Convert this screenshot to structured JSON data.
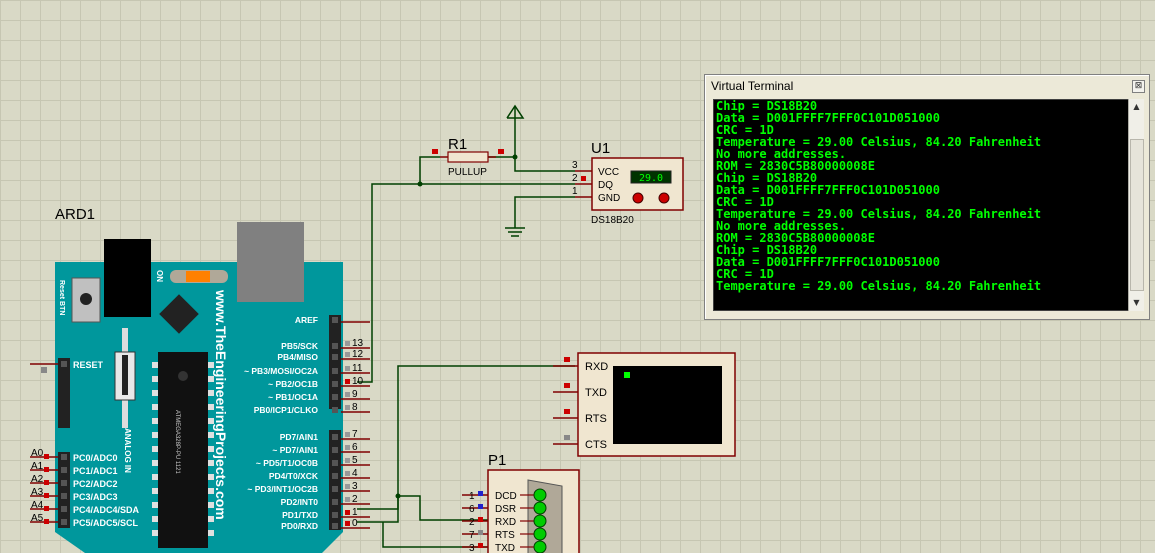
{
  "designators": {
    "ard": "ARD1",
    "r1": "R1",
    "u1": "U1",
    "p1": "P1"
  },
  "resistor_value": "PULLUP",
  "sensor": {
    "part": "DS18B20",
    "display": "29.0",
    "pins": [
      {
        "num": "3",
        "name": "VCC"
      },
      {
        "num": "2",
        "name": "DQ"
      },
      {
        "num": "1",
        "name": "GND"
      }
    ]
  },
  "arduino": {
    "website": "www.TheEngineeringProjects.com",
    "reset_btn": "Reset BTN",
    "on_label": "ON",
    "analog_label": "ANALOG IN",
    "chip_text": "ATMEGA328P-PU 1121",
    "left_pins": [
      {
        "pin": "RESET",
        "net": ""
      },
      {
        "pin": "PC0/ADC0",
        "net": "A0"
      },
      {
        "pin": "PC1/ADC1",
        "net": "A1"
      },
      {
        "pin": "PC2/ADC2",
        "net": "A2"
      },
      {
        "pin": "PC3/ADC3",
        "net": "A3"
      },
      {
        "pin": "PC4/ADC4/SDA",
        "net": "A4"
      },
      {
        "pin": "PC5/ADC5/SCL",
        "net": "A5"
      }
    ],
    "right_pins": [
      {
        "pin": "AREF",
        "num": ""
      },
      {
        "pin": "PB5/SCK",
        "num": "13"
      },
      {
        "pin": "PB4/MISO",
        "num": "12"
      },
      {
        "pin": "~ PB3/MOSI/OC2A",
        "num": "11"
      },
      {
        "pin": "~ PB2/OC1B",
        "num": "10"
      },
      {
        "pin": "~ PB1/OC1A",
        "num": "9"
      },
      {
        "pin": "PB0/ICP1/CLKO",
        "num": "8"
      },
      {
        "pin": "PD7/AIN1",
        "num": "7"
      },
      {
        "pin": "~ PD7/AIN1",
        "num": "6"
      },
      {
        "pin": "~ PD5/T1/OC0B",
        "num": "5"
      },
      {
        "pin": "PD4/T0/XCK",
        "num": "4"
      },
      {
        "pin": "~ PD3/INT1/OC2B",
        "num": "3"
      },
      {
        "pin": "PD2/INT0",
        "num": "2"
      },
      {
        "pin": "PD1/TXD",
        "num": "1"
      },
      {
        "pin": "PD0/RXD",
        "num": "0"
      }
    ]
  },
  "serial_monitor": {
    "pins": [
      "RXD",
      "TXD",
      "RTS",
      "CTS"
    ]
  },
  "connector": {
    "pins": [
      {
        "num": "1",
        "name": "DCD"
      },
      {
        "num": "6",
        "name": "DSR"
      },
      {
        "num": "2",
        "name": "RXD"
      },
      {
        "num": "7",
        "name": "RTS"
      },
      {
        "num": "3",
        "name": "TXD"
      }
    ]
  },
  "terminal": {
    "title": "Virtual Terminal",
    "close_glyph": "⊠",
    "lines": [
      "Chip = DS18B20",
      "Data = D001FFFF7FFF0C101D051000",
      "CRC = 1D",
      "Temperature = 29.00 Celsius, 84.20 Fahrenheit",
      "No more addresses.",
      "ROM = 2830C5B80000008E",
      "Chip = DS18B20",
      "Data = D001FFFF7FFF0C101D051000",
      "CRC = 1D",
      "Temperature = 29.00 Celsius, 84.20 Fahrenheit",
      "No more addresses.",
      "ROM = 2830C5B80000008E",
      "Chip = DS18B20",
      "Data = D001FFFF7FFF0C101D051000",
      "CRC = 1D",
      "Temperature = 29.00 Celsius, 84.20 Fahrenheit"
    ]
  },
  "colors": {
    "board": "#00979c",
    "wire": "#004000",
    "terminal_text": "#00ff00",
    "pin_red": "#cc0000",
    "component_fill": "#f0e6d0",
    "component_border": "#800000"
  }
}
